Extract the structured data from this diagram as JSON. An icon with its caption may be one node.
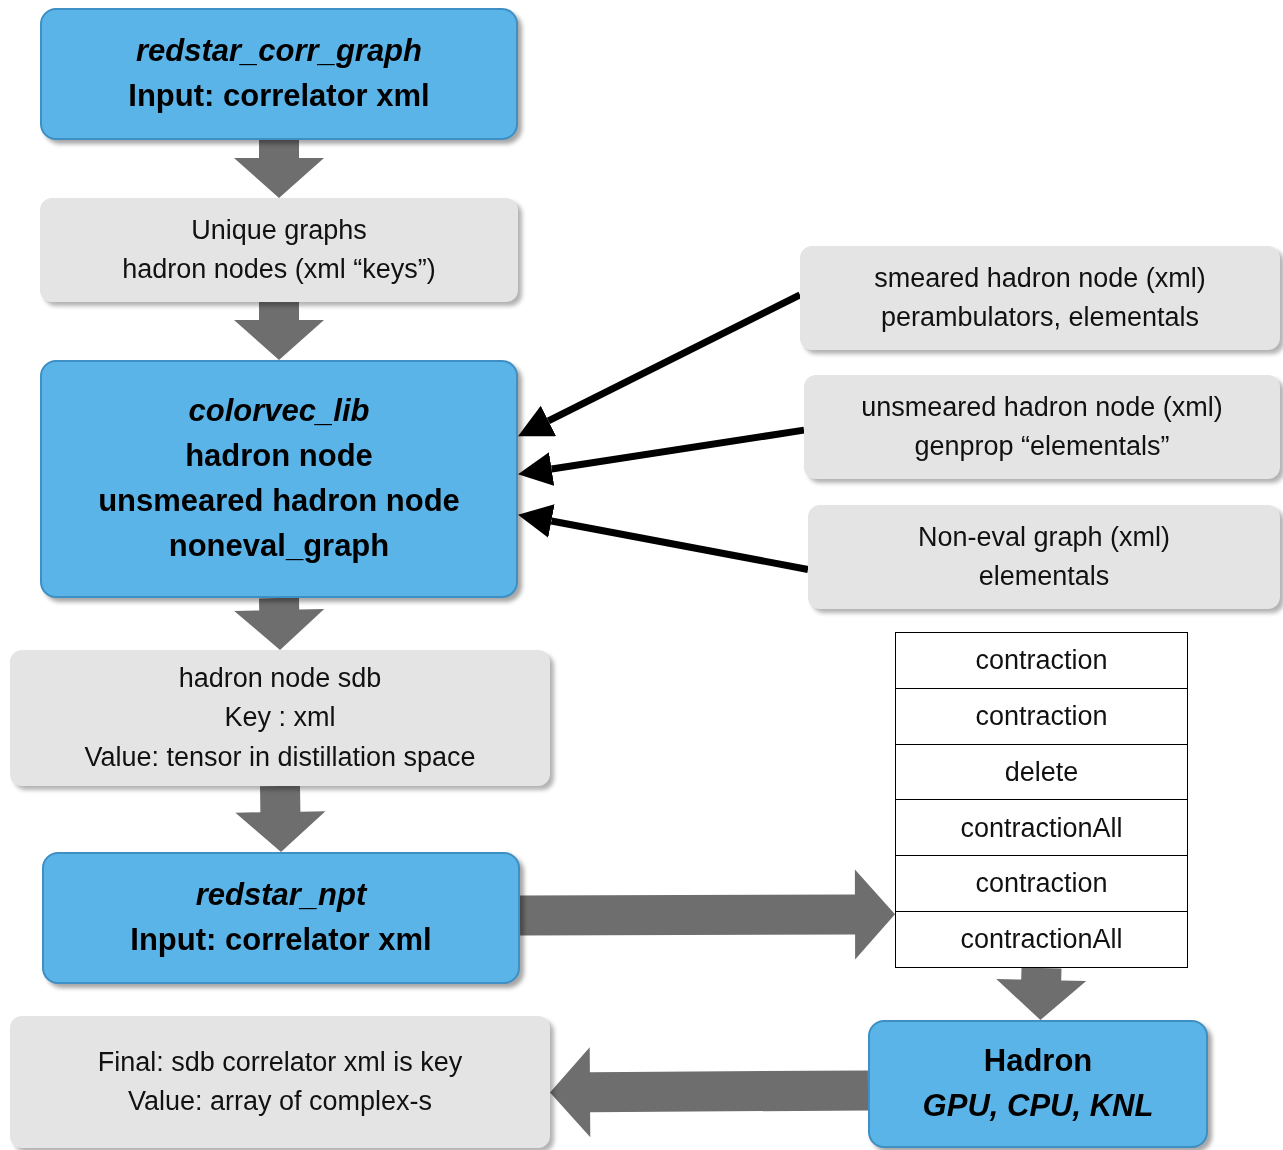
{
  "diagram": {
    "nodes": [
      {
        "text": [
          "redstar_corr_graph",
          "Input: correlator xml"
        ]
      },
      {
        "text": [
          "Unique graphs",
          "hadron nodes (xml “keys”)"
        ]
      },
      {
        "text": [
          "colorvec_lib",
          "hadron node",
          "unsmeared hadron node",
          "noneval_graph"
        ]
      },
      {
        "text": [
          "smeared hadron node (xml)",
          "perambulators, elementals"
        ]
      },
      {
        "text": [
          "unsmeared hadron node (xml)",
          "genprop “elementals”"
        ]
      },
      {
        "text": [
          "Non-eval graph (xml)",
          "elementals"
        ]
      },
      {
        "text": [
          "hadron node sdb",
          "Key : xml",
          "Value: tensor in distillation space"
        ]
      },
      {
        "text": [
          "redstar_npt",
          "Input: correlator xml"
        ]
      },
      {
        "text": [
          "contraction",
          "contraction",
          "delete",
          "contractionAll",
          "contraction",
          "contractionAll"
        ]
      },
      {
        "text": [
          "Hadron",
          "GPU, CPU, KNL"
        ]
      },
      {
        "text": [
          "Final: sdb correlator xml is key",
          "Value: array of complex-s"
        ]
      }
    ],
    "edges": [
      {
        "from": 0,
        "to": 1,
        "arrow": "to",
        "style": "thick"
      },
      {
        "from": 1,
        "to": 2,
        "arrow": "to",
        "style": "thick"
      },
      {
        "from": 3,
        "to": 2,
        "arrow": "to",
        "color": "#000000"
      },
      {
        "from": 4,
        "to": 2,
        "arrow": "to",
        "color": "#000000"
      },
      {
        "from": 5,
        "to": 2,
        "arrow": "to",
        "color": "#000000"
      },
      {
        "from": 2,
        "to": 6,
        "arrow": "to",
        "style": "thick"
      },
      {
        "from": 6,
        "to": 7,
        "arrow": "to",
        "style": "thick"
      },
      {
        "from": 7,
        "to": 8,
        "arrow": "to",
        "style": "thick"
      },
      {
        "from": 8,
        "to": 9,
        "arrow": "to",
        "style": "thick"
      },
      {
        "from": 9,
        "to": 10,
        "arrow": "to",
        "style": "thick"
      }
    ]
  }
}
